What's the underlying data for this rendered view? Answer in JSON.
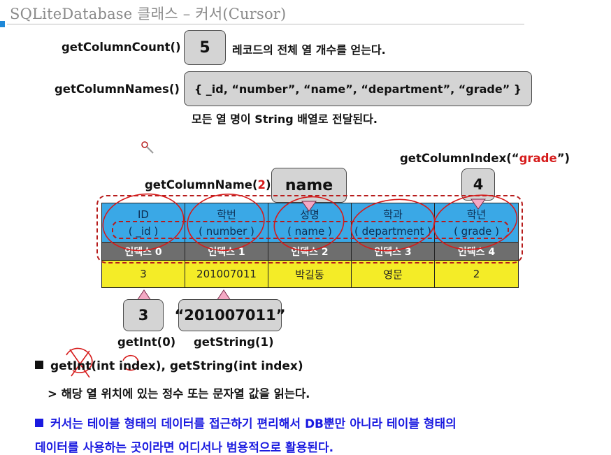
{
  "title": "SQLiteDatabase 클래스 – 커서(Cursor)",
  "column_count": {
    "method": "getColumnCount()",
    "value": "5",
    "desc": "레코드의 전체 열 개수를 얻는다."
  },
  "column_names": {
    "method": "getColumnNames()",
    "value": "{ _id, “number”, “name”, “department”, “grade” }",
    "desc": "모든 열 명이 String 배열로 전달된다."
  },
  "column_index": {
    "method_prefix": "getColumnIndex(“",
    "method_arg": "grade",
    "method_suffix": "”)",
    "value": "4"
  },
  "column_name": {
    "method_prefix": "getColumnName(",
    "method_arg": "2",
    "method_suffix": ")",
    "value": "name"
  },
  "table": {
    "headers": [
      {
        "kor": "ID",
        "eng": "( _id )"
      },
      {
        "kor": "학번",
        "eng": "( number )"
      },
      {
        "kor": "성명",
        "eng": "( name )"
      },
      {
        "kor": "학과",
        "eng": "( department )"
      },
      {
        "kor": "학년",
        "eng": "( grade )"
      }
    ],
    "indexes": [
      "인덱스 0",
      "인덱스 1",
      "인덱스 2",
      "인덱스 3",
      "인덱스 4"
    ],
    "row": [
      "3",
      "201007011",
      "박길동",
      "영문",
      "2"
    ]
  },
  "get_int": {
    "value": "3",
    "method": "getInt(0)"
  },
  "get_string": {
    "value": "“201007011”",
    "method": "getString(1)"
  },
  "bullets": {
    "methods": "getInt(int index), getString(int index)",
    "sub": "> 해당 열 위치에 있는 정수 또는 문자열 값을 읽는다.",
    "note_line1": "커서는 테이블 형태의 데이터를 접근하기 편리해서 DB뿐만 아니라 테이블 형태의",
    "note_line2": "데이터를 사용하는 곳이라면 어디서나 범용적으로 활용된다."
  },
  "colors": {
    "header": "#3aa8e6",
    "index_row": "#6e6e6e",
    "data_row": "#f4ec27",
    "bubble": "#d4d4d4",
    "accent_red": "#d61b1b",
    "note_blue": "#1a1ae0"
  }
}
